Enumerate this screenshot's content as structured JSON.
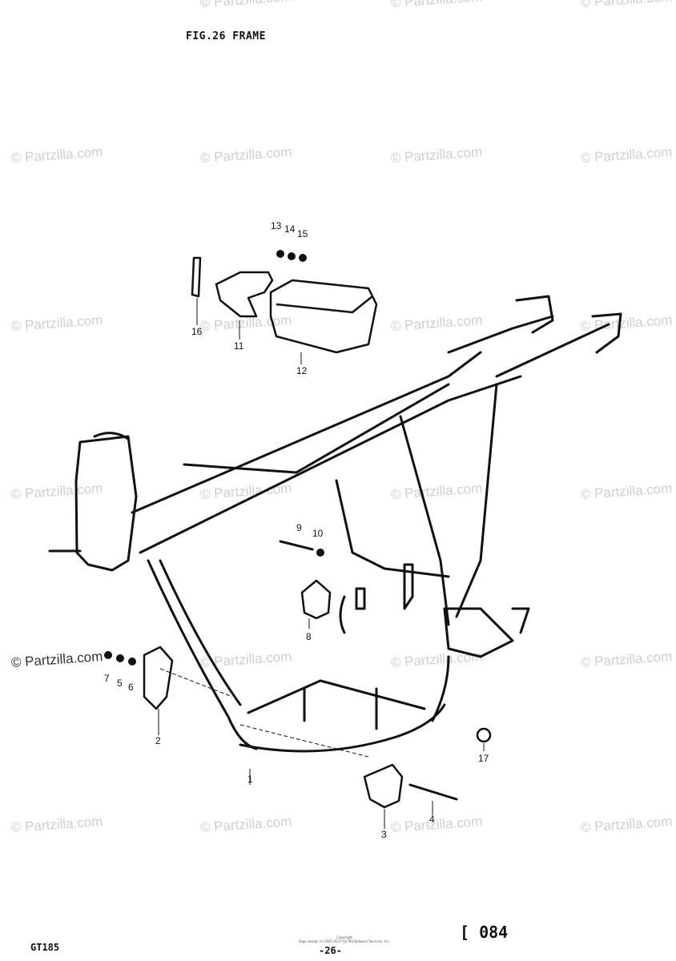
{
  "figure": {
    "title": "FIG.26  FRAME"
  },
  "watermark": {
    "text": "© Partzilla.com"
  },
  "callouts": [
    "1",
    "2",
    "3",
    "4",
    "5",
    "6",
    "7",
    "8",
    "9",
    "10",
    "11",
    "12",
    "13",
    "14",
    "15",
    "16",
    "17"
  ],
  "footer": {
    "model": "GT185",
    "page": "-26-",
    "code": "084",
    "code_prefix": "[",
    "fine_print_1": "Copyright",
    "fine_print_2": "Page design (c) 2001-2017 by ARI Network Services, Inc."
  }
}
